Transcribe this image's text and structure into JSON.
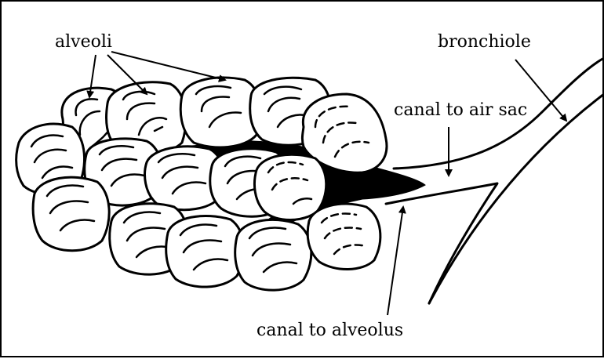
{
  "labels": {
    "alveoli": "alveoli",
    "bronchiole": "bronchiole",
    "canal_to_air_sac": "canal to air sac",
    "canal_to_alveolus": "canal to alveolus"
  },
  "colors": {
    "ink": "#000000",
    "paper": "#ffffff"
  }
}
